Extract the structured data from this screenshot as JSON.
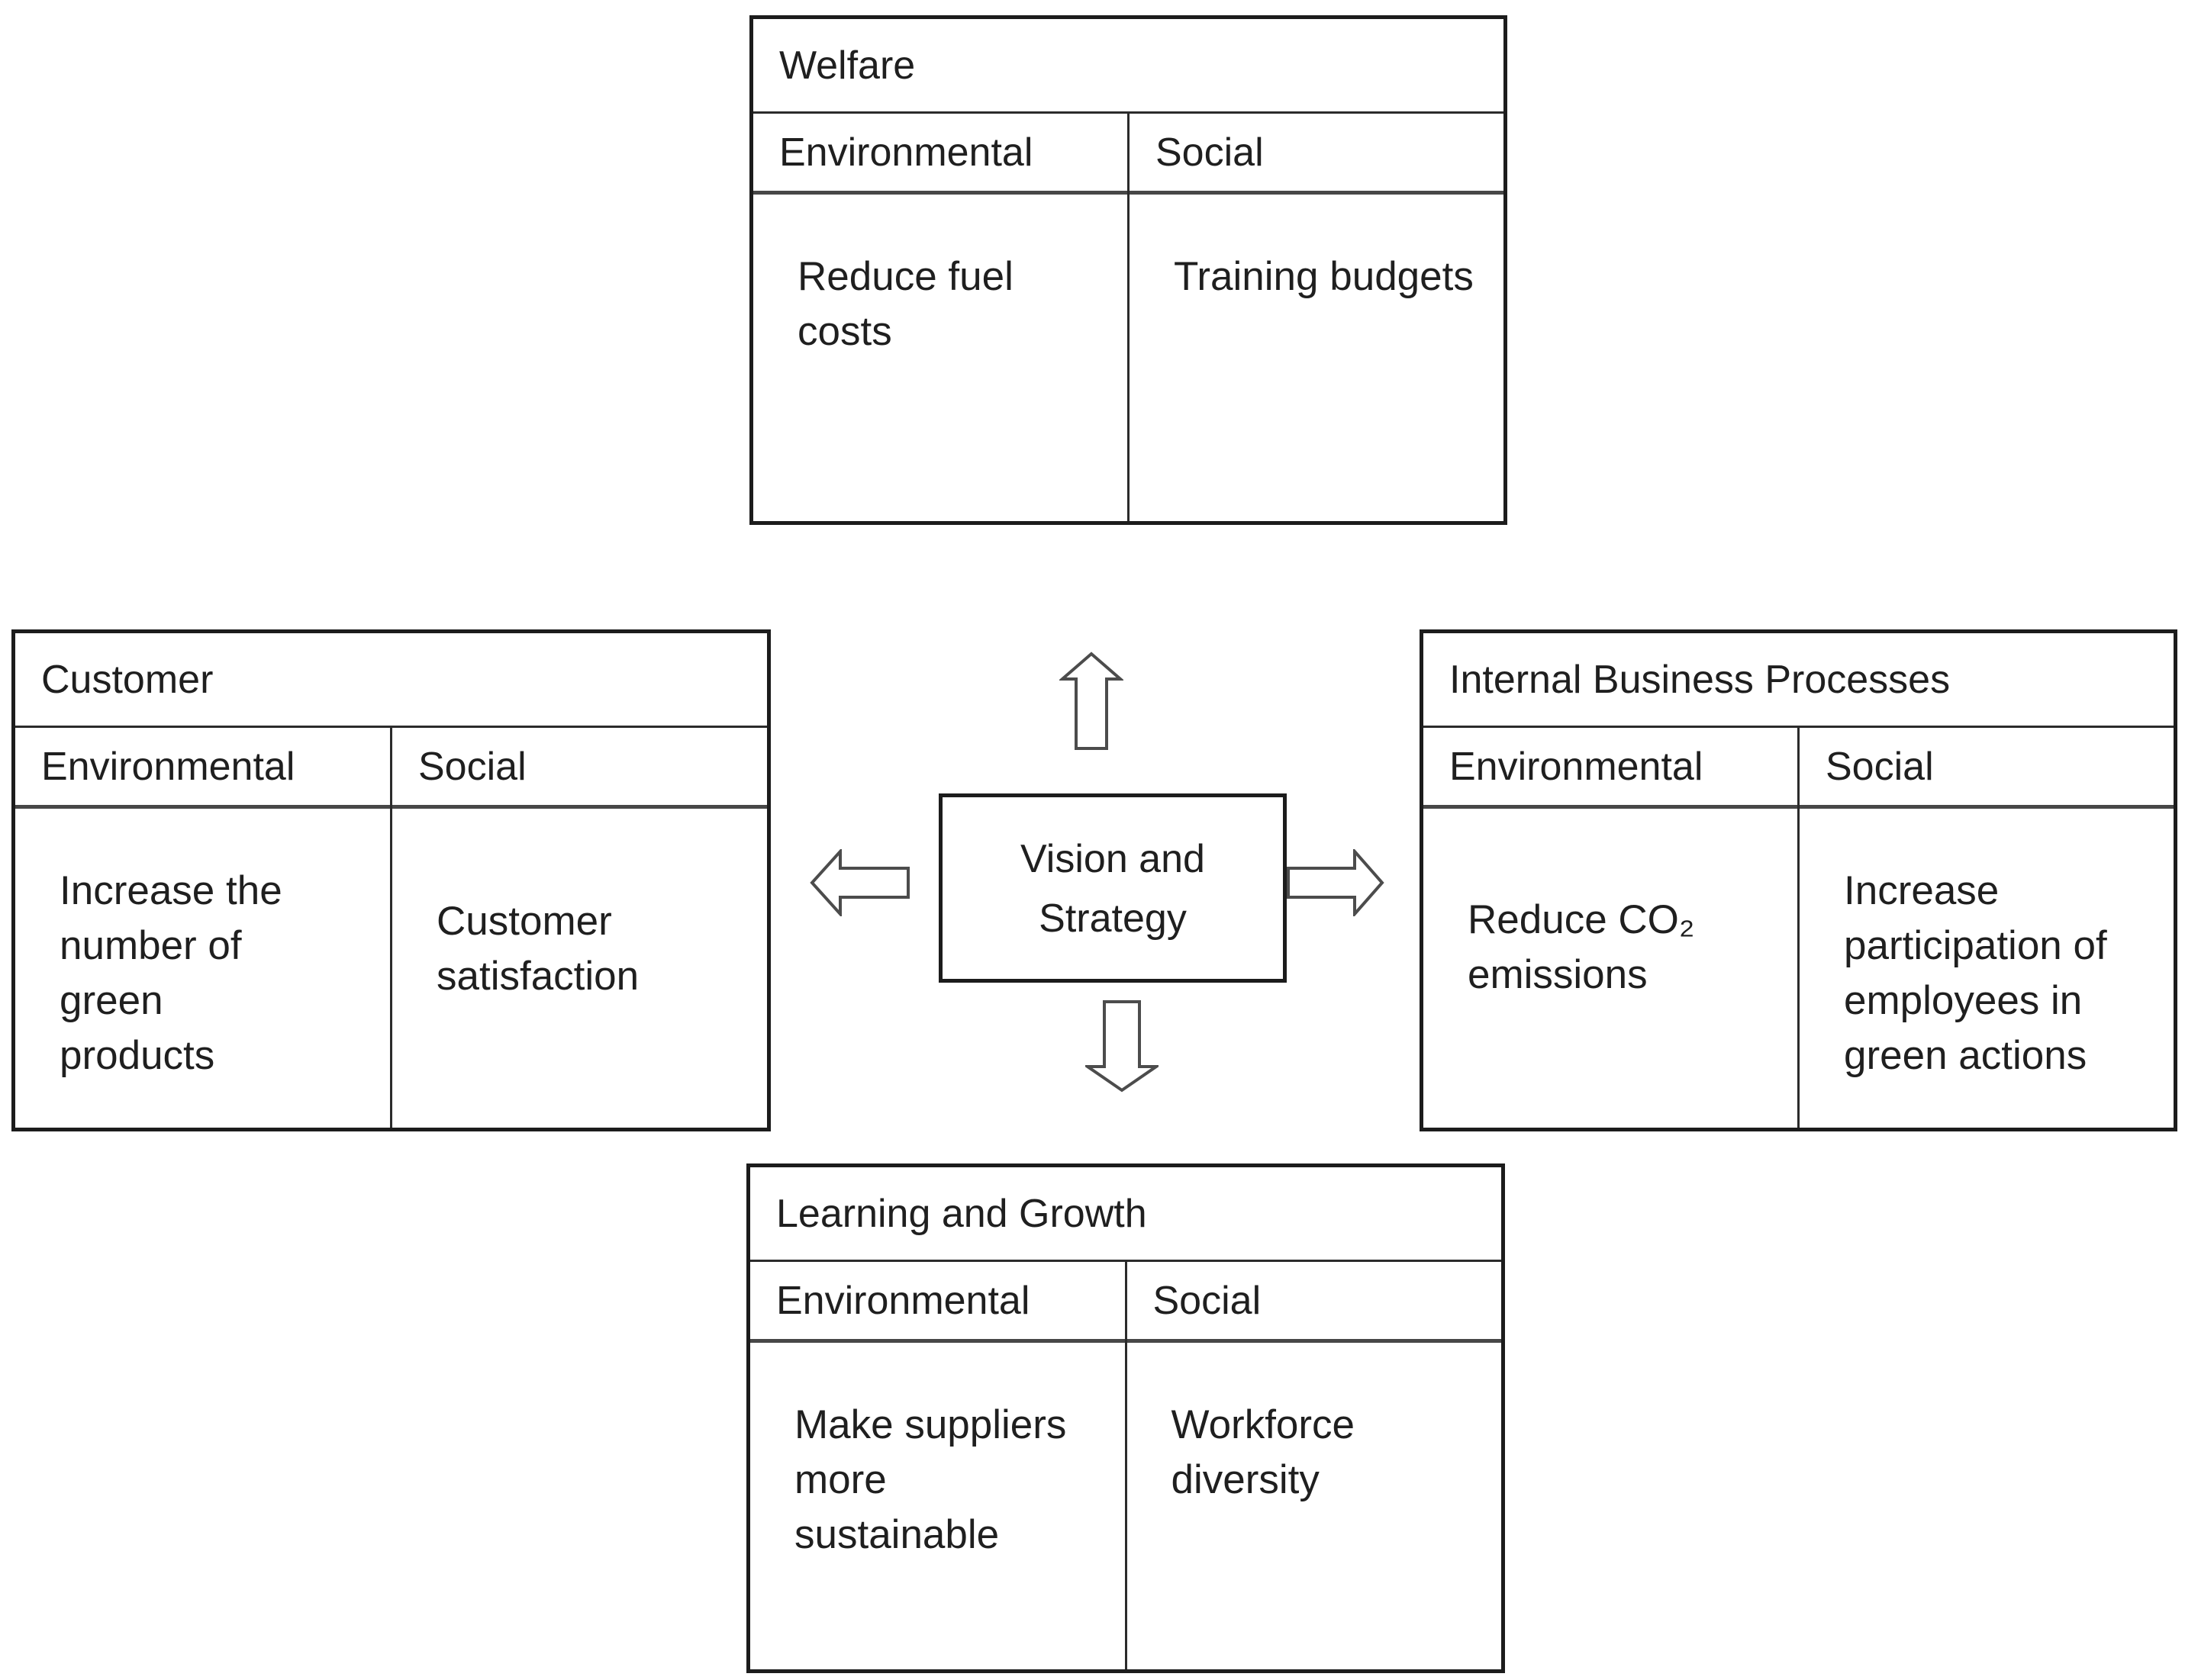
{
  "canvas": {
    "background": "#ffffff",
    "border_color": "#1c1c1c",
    "text_color": "#1f1f1f",
    "arrow_stroke": "#4c4c4c"
  },
  "center": {
    "label": "Vision and\nStrategy"
  },
  "icons": {
    "up": "arrow-up-icon",
    "down": "arrow-down-icon",
    "left": "arrow-left-icon",
    "right": "arrow-right-icon"
  },
  "quadrants": {
    "welfare": {
      "title": "Welfare",
      "columns": [
        {
          "header": "Environmental",
          "body": "Reduce fuel\ncosts"
        },
        {
          "header": "Social",
          "body": "Training budgets"
        }
      ]
    },
    "customer": {
      "title": "Customer",
      "columns": [
        {
          "header": "Environmental",
          "body": "Increase the\nnumber of\ngreen\nproducts"
        },
        {
          "header": "Social",
          "body": "Customer\nsatisfaction"
        }
      ]
    },
    "internal": {
      "title": "Internal Business Processes",
      "columns": [
        {
          "header": "Environmental",
          "body": "Reduce CO₂\nemissions"
        },
        {
          "header": "Social",
          "body": "Increase\nparticipation of\nemployees in\ngreen actions"
        }
      ]
    },
    "learning": {
      "title": "Learning and Growth",
      "columns": [
        {
          "header": "Environmental",
          "body": "Make suppliers\nmore\nsustainable"
        },
        {
          "header": "Social",
          "body": "Workforce\ndiversity"
        }
      ]
    }
  }
}
